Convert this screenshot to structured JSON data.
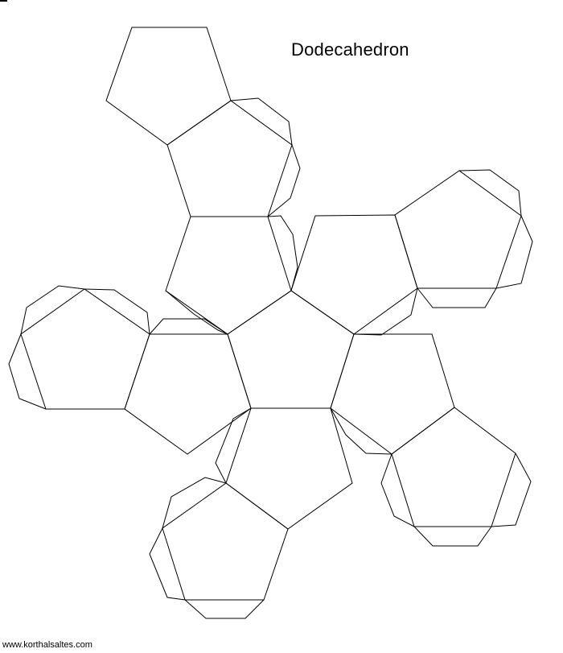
{
  "title": "Dodecahedron",
  "credit": "www.korthalsaltes.com",
  "colors": {
    "line": "#000000",
    "background": "#ffffff"
  },
  "net": {
    "faces": 12,
    "glue_tabs": 19
  }
}
